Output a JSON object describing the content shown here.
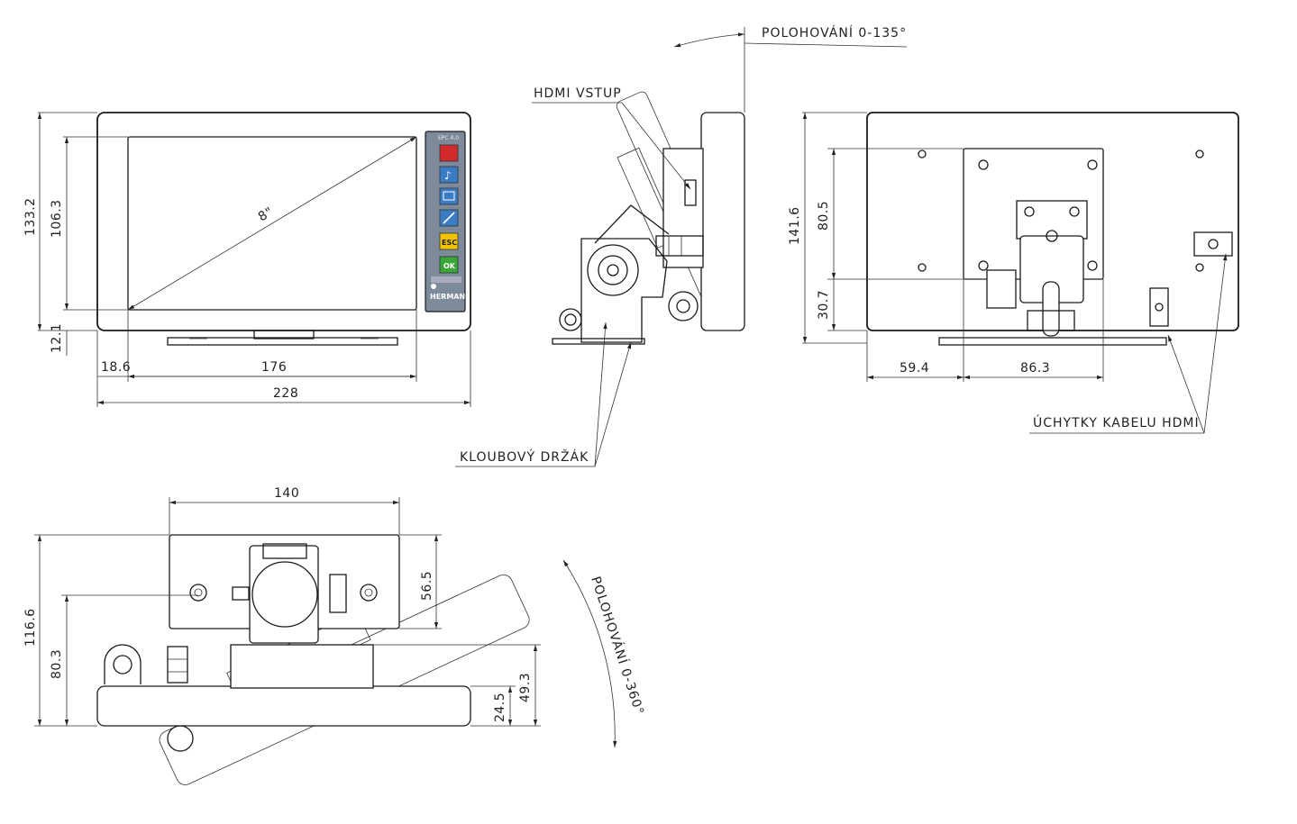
{
  "labels": {
    "positioning_tilt": "POLOHOVÁNÍ 0-135°",
    "hdmi_input": "HDMI VSTUP",
    "joint_holder": "KLOUBOVÝ DRŽÁK",
    "hdmi_cable_clips": "ÚCHYTKY KABELU HDMI",
    "positioning_rotation": "POLOHOVÁNÍ 0-360°",
    "screen_diagonal": "8\""
  },
  "front_view": {
    "height_total": "133.2",
    "height_screen": "106.3",
    "height_bottom": "12.1",
    "width_left": "18.6",
    "width_screen": "176",
    "width_total": "228"
  },
  "keypad": {
    "brand": "HERMAN",
    "top_label": "EPC 4.0",
    "esc": "ESC",
    "ok": "OK"
  },
  "rear_view": {
    "height_total": "141.6",
    "height_mount": "80.5",
    "height_bottom": "30.7",
    "width_left": "59.4",
    "width_mount": "86.3"
  },
  "top_view": {
    "width_plate": "140",
    "depth_total": "116.6",
    "depth_mid": "80.3",
    "depth_plate": "56.5",
    "height_a": "49.3",
    "height_b": "24.5"
  },
  "colors": {
    "key_red": "#d22a2a",
    "key_blue": "#3b7dc4",
    "key_yellow": "#f2c400",
    "key_green": "#3aa63a",
    "keypad_bg": "#7c8a99",
    "line": "#1a1a1a"
  }
}
